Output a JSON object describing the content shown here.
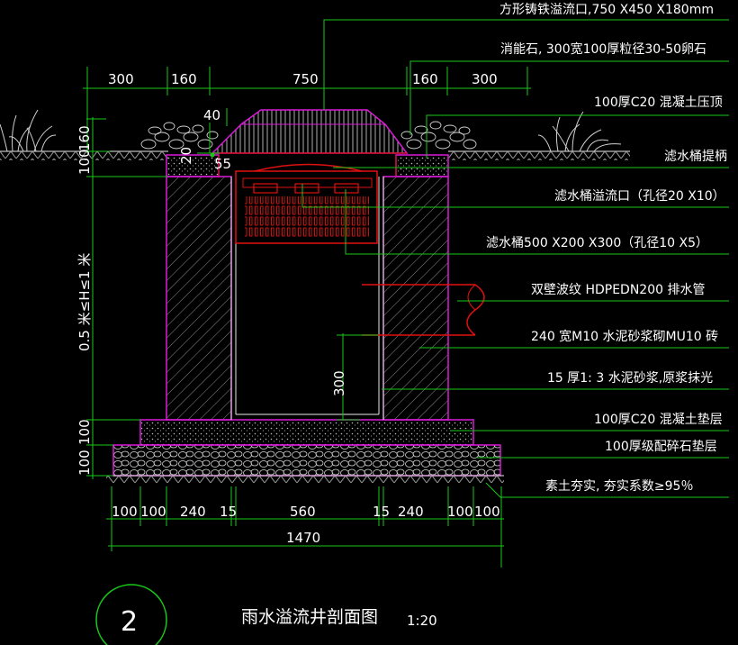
{
  "drawing": {
    "title": "雨水溢流井剖面图",
    "scale": "1:20",
    "number": "2"
  },
  "callouts": [
    "方形铸铁溢流口,750 X450 X180mm",
    "消能石, 300宽100厚粒径30-50卵石",
    "100厚C20 混凝土压顶",
    "滤水桶提柄",
    "滤水桶溢流口（孔径20 X10）",
    "滤水桶500 X200 X300（孔径10 X5）",
    "双壁波纹  HDPEDN200 排水管",
    "240 宽M10 水泥砂浆砌MU10 砖",
    "15 厚1: 3 水泥砂浆,原浆抹光",
    "100厚C20 混凝土垫层",
    "100厚级配碎石垫层",
    "素土夯实, 夯实系数≥95％"
  ],
  "dims": {
    "top": [
      "300",
      "160",
      "750",
      "160",
      "300"
    ],
    "bottom": [
      "100",
      "100",
      "240",
      "15",
      "560",
      "15",
      "240",
      "100",
      "100"
    ],
    "total": "1470",
    "left": [
      "160",
      "100",
      "0.5 米≤H≤1 米",
      "100",
      "100"
    ],
    "small": [
      "40",
      "20",
      "55"
    ],
    "inner": "300"
  },
  "colors": {
    "leader": "#19c819",
    "wall": "#d91ad9",
    "bucket": "#e01010",
    "text": "#ffffff"
  }
}
